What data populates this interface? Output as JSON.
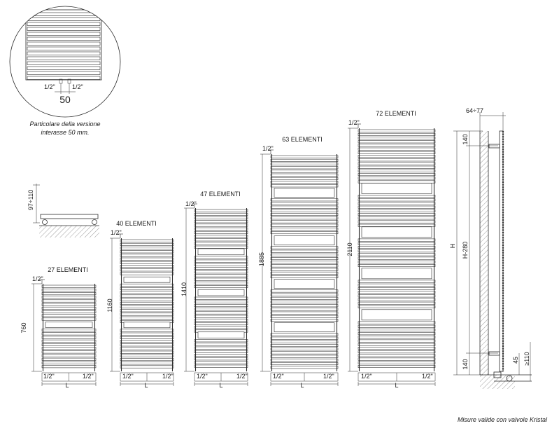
{
  "detail": {
    "valve_left": "1/2\"",
    "valve_right": "1/2\"",
    "interaxis": "50",
    "caption_line1": "Particolare della versione",
    "caption_line2": "interasse 50 mm."
  },
  "side_small": {
    "dimension": "97÷110"
  },
  "radiators": [
    {
      "label": "27 ELEMENTI",
      "height": "760",
      "valve": "1/2\"",
      "bottom_left": "1/2\"",
      "bottom_right": "1/2\"",
      "width_label": "L"
    },
    {
      "label": "40 ELEMENTI",
      "height": "1160",
      "valve": "1/2\"",
      "bottom_left": "1/2\"",
      "bottom_right": "1/2\"",
      "width_label": "L"
    },
    {
      "label": "47 ELEMENTI",
      "height": "1410",
      "valve": "1/2\"",
      "bottom_left": "1/2\"",
      "bottom_right": "1/2\"",
      "width_label": "L"
    },
    {
      "label": "63 ELEMENTI",
      "height": "1885",
      "valve": "1/2\"",
      "bottom_left": "1/2\"",
      "bottom_right": "1/2\"",
      "width_label": "L"
    },
    {
      "label": "72 ELEMENTI",
      "height": "2110",
      "valve": "1/2\"",
      "bottom_left": "1/2\"",
      "bottom_right": "1/2\"",
      "width_label": "L"
    }
  ],
  "side_view": {
    "depth": "64÷77",
    "top_offset": "140",
    "bottom_offset": "140",
    "total_height": "H",
    "interaxis_height": "H-280",
    "floor_offset": "45",
    "min_floor": "≥110"
  },
  "footnote": "Misure valide con valvole Kristal"
}
